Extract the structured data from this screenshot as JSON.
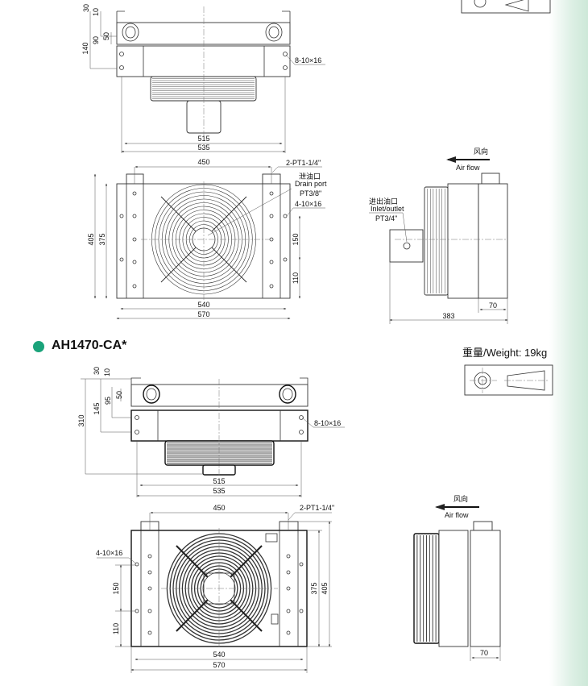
{
  "model2": {
    "title": "AH1470-CA*",
    "weight": "重量/Weight: 19kg"
  },
  "colors": {
    "bullet": "#1aa37a"
  },
  "airflow": {
    "cn": "风向",
    "en": "Air flow"
  },
  "labels": {
    "ports": "2-PT1-1/4\"",
    "drain_cn": "泄油口",
    "drain_en": "Drain port",
    "drain_size": "PT3/8\"",
    "holes_front": "4-10×16",
    "holes_top": "8-10×16",
    "inlet_cn": "进出油口",
    "inlet_en": "Inlet/outlet",
    "inlet_size": "PT3/4\""
  },
  "dims1": {
    "d30": "30",
    "d10": "10",
    "d50": "50",
    "d90": "90",
    "d140": "140",
    "d515": "515",
    "d535": "535",
    "d450": "450",
    "d405": "405",
    "d375": "375",
    "d150": "150",
    "d110": "110",
    "d540": "540",
    "d570": "570",
    "d383": "383",
    "d70": "70"
  },
  "dims2": {
    "d30": "30",
    "d10": "10",
    "d50": "50",
    "d95": "95",
    "d145": "145",
    "d310": "310",
    "d515": "515",
    "d535": "535",
    "d450": "450",
    "d405": "405",
    "d375": "375",
    "d150": "150",
    "d110": "110",
    "d540": "540",
    "d570": "570",
    "d70": "70"
  }
}
